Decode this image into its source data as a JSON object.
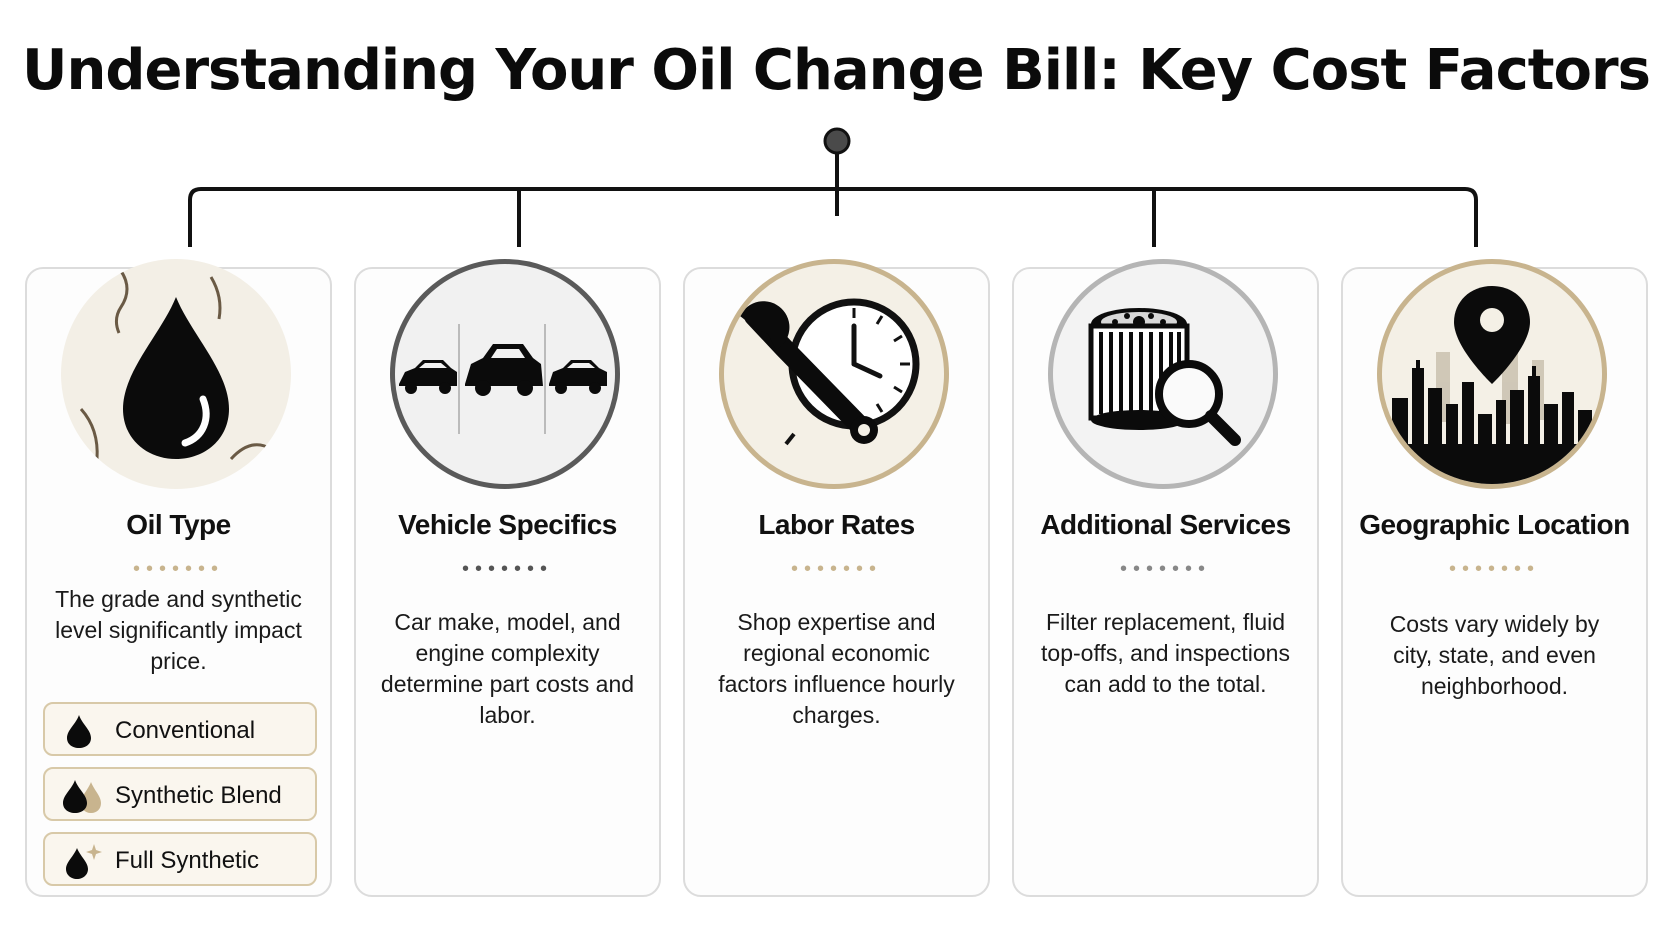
{
  "title": "Understanding Your Oil Change Bill: Key Cost Factors",
  "colors": {
    "accent": "#c8b48e",
    "dark": "#1a1a1a",
    "gray_dots": "#555555",
    "card_border": "#dcdcdc"
  },
  "cards": [
    {
      "title": "Oil Type",
      "description": "The grade and synthetic level significantly impact price.",
      "icon": "oil-drop-icon",
      "options": [
        {
          "label": "Conventional",
          "icon": "oil-drop-icon"
        },
        {
          "label": "Synthetic Blend",
          "icon": "double-drop-icon"
        },
        {
          "label": "Full Synthetic",
          "icon": "sparkle-drop-icon"
        }
      ]
    },
    {
      "title": "Vehicle Specifics",
      "description": "Car make, model, and engine complexity determine part costs and labor.",
      "icon": "cars-icon"
    },
    {
      "title": "Labor Rates",
      "description": "Shop expertise and regional economic factors influence hourly charges.",
      "icon": "wrench-clock-icon"
    },
    {
      "title": "Additional Services",
      "description": "Filter replacement, fluid top-offs, and inspections can add to the total.",
      "icon": "filter-magnifier-icon"
    },
    {
      "title": "Geographic Location",
      "description": "Costs vary widely by city, state, and even neighborhood.",
      "icon": "city-pin-icon"
    }
  ]
}
